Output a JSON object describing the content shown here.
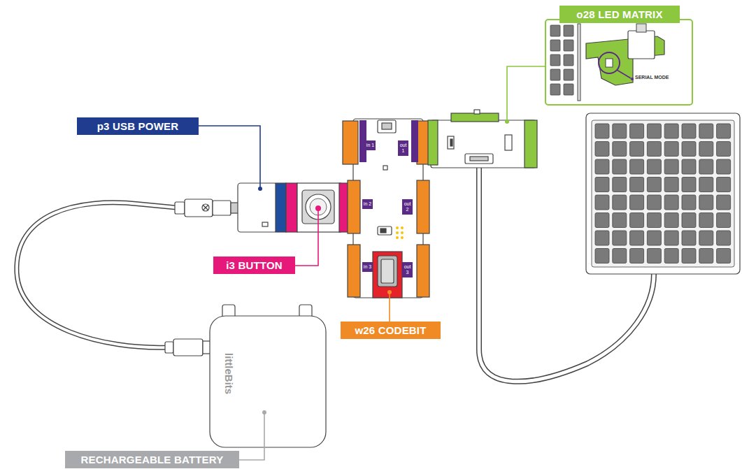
{
  "diagram": {
    "nodes": [
      {
        "text": [
          "o28 LED MATRIX"
        ]
      },
      {
        "text": [
          "p3 USB POWER"
        ]
      },
      {
        "text": [
          "i3 BUTTON"
        ]
      },
      {
        "text": [
          "w26 CODEBIT"
        ]
      },
      {
        "text": [
          "RECHARGEABLE BATTERY"
        ]
      }
    ],
    "labels": [
      "SERIAL MODE",
      "in 1",
      "out 1",
      "in 2",
      "out 2",
      "in 3",
      "out 3",
      "littleBits"
    ]
  }
}
